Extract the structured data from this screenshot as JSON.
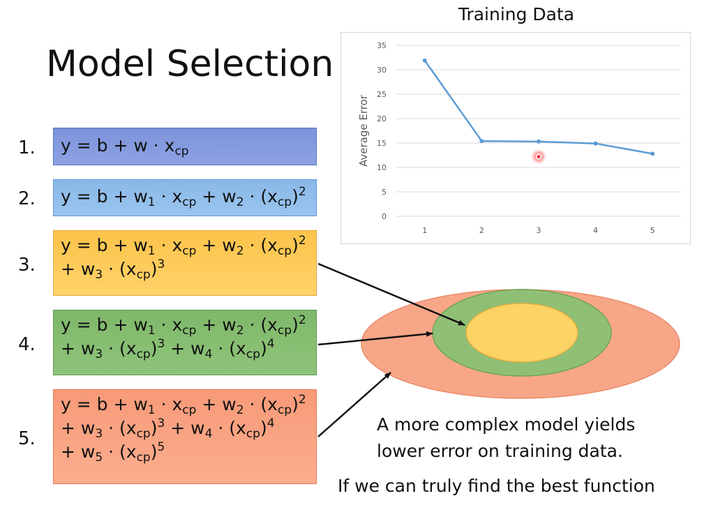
{
  "slide": {
    "title": "Model Selection",
    "models": [
      {
        "number": "1.",
        "color": "#8ea2e3",
        "lines": [
          [
            "y = b + w · x",
            "cp"
          ]
        ]
      },
      {
        "number": "2.",
        "color": "#9ac4ee"
      },
      {
        "number": "3.",
        "color": "#ffd36a"
      },
      {
        "number": "4.",
        "color": "#8ec47a"
      },
      {
        "number": "5.",
        "color": "#fbae8f"
      }
    ],
    "caption_line1": "A more complex model yields",
    "caption_line2": "lower error on training data.",
    "caption_line3": "If we can truly find the best function"
  },
  "chart_data": {
    "type": "line",
    "title": "Training Data",
    "xlabel": "",
    "ylabel": "Average Error",
    "x": [
      1,
      2,
      3,
      4,
      5
    ],
    "series": [
      {
        "values": [
          31.9,
          15.4,
          15.3,
          14.9,
          12.8
        ],
        "color": "#5b9bd5"
      }
    ],
    "ylim": [
      0,
      35
    ],
    "yticks": [
      0,
      5,
      10,
      15,
      20,
      25,
      30,
      35
    ],
    "xticks": [
      1,
      2,
      3,
      4,
      5
    ],
    "grid": true,
    "legend": "none",
    "pointer": {
      "x": 3,
      "y": 12.2,
      "color": "#e8232a"
    }
  },
  "nested_sets": {
    "outer_color": "#f8a688",
    "middle_color": "#8fbf75",
    "inner_color": "#fdd365"
  }
}
